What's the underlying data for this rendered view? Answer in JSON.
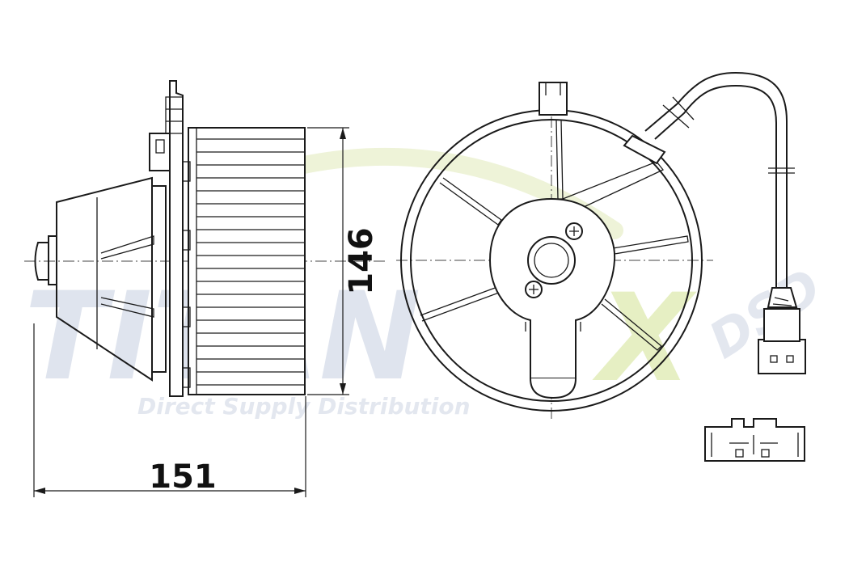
{
  "dimensions": {
    "width_label": "151",
    "height_label": "146"
  },
  "watermark": {
    "brand": "TITAN",
    "x_letter": "X",
    "tagline": "Direct Supply Distribution",
    "side": "DSD",
    "colors": {
      "brand": "#dfe4ee",
      "x": "#e6efc3"
    }
  }
}
